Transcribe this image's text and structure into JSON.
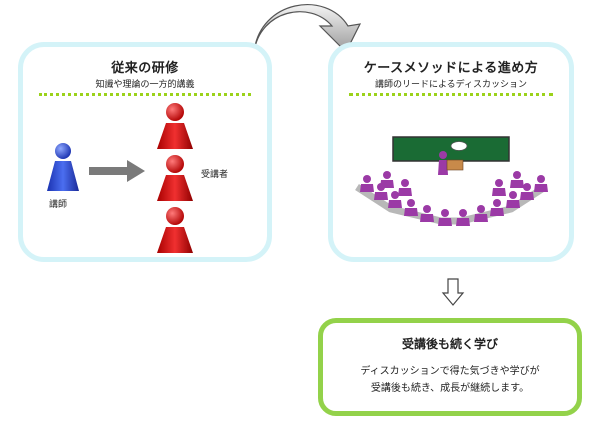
{
  "traditional": {
    "title": "従来の研修",
    "subtitle": "知識や理論の一方的講義",
    "instructor_label": "講師",
    "trainee_label": "受講者"
  },
  "case_method": {
    "title": "ケースメソッドによる進め方",
    "subtitle": "講師のリードによるディスカッション"
  },
  "outcome": {
    "title": "受講後も続く学び",
    "line1": "ディスカッションで得た気づきや学びが",
    "line2": "受講後も続き、成長が継続します。"
  },
  "colors": {
    "panel_border": "#d4f3f8",
    "outcome_border": "#93d24a",
    "dotted_rule": "#9bd21a",
    "instructor": "#2342c8",
    "trainee": "#d20000",
    "participant": "#9b3aa6",
    "blackboard": "#1a6b34"
  }
}
